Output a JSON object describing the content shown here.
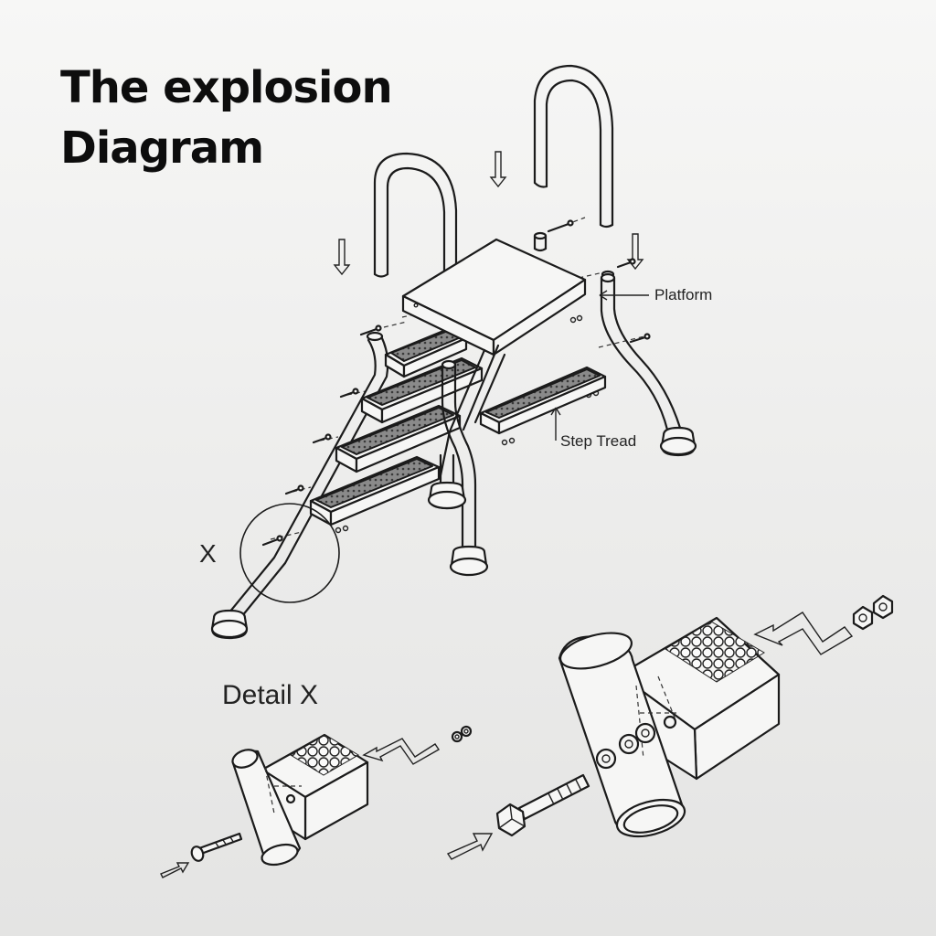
{
  "title": {
    "line1": "The explosion",
    "line2": "Diagram"
  },
  "callouts": {
    "platform": "Platform",
    "step_tread": "Step Tread",
    "x_marker": "X",
    "detail_heading": "Detail X"
  },
  "colors": {
    "ink": "#1b1b1b",
    "tread_texture": "#777777",
    "background": "#efefee"
  }
}
